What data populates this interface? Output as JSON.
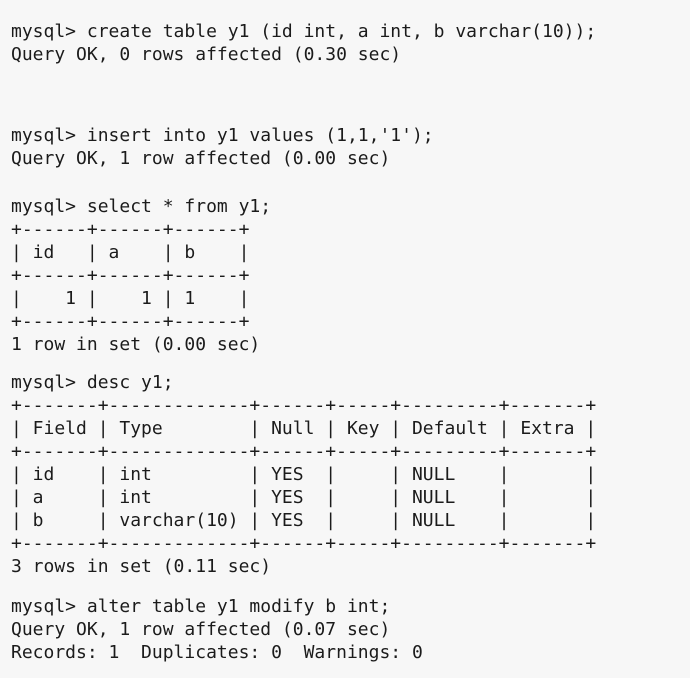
{
  "terminal": {
    "app": "mysql-command-line-client",
    "prompt": "mysql>",
    "bg_color": "#f7f7f7",
    "text_color": "#1b1b1b",
    "blocks": [
      {
        "name": "create-table",
        "lines": [
          "mysql> create table y1 (id int, a int, b varchar(10));",
          "Query OK, 0 rows affected (0.30 sec)"
        ]
      },
      {
        "name": "insert-row",
        "lines": [
          "mysql> insert into y1 values (1,1,'1');",
          "Query OK, 1 row affected (0.00 sec)"
        ]
      },
      {
        "name": "select-query",
        "lines": [
          "mysql> select * from y1;",
          "+------+------+------+",
          "| id   | a    | b    |",
          "+------+------+------+",
          "|    1 |    1 | 1    |",
          "+------+------+------+",
          "1 row in set (0.00 sec)"
        ],
        "result_table": {
          "columns": [
            "id",
            "a",
            "b"
          ],
          "rows": [
            [
              "1",
              "1",
              "1"
            ]
          ],
          "summary": "1 row in set (0.00 sec)"
        }
      },
      {
        "name": "describe-table",
        "lines": [
          "mysql> desc y1;",
          "+-------+-------------+------+-----+---------+-------+",
          "| Field | Type        | Null | Key | Default | Extra |",
          "+-------+-------------+------+-----+---------+-------+",
          "| id    | int         | YES  |     | NULL    |       |",
          "| a     | int         | YES  |     | NULL    |       |",
          "| b     | varchar(10) | YES  |     | NULL    |       |",
          "+-------+-------------+------+-----+---------+-------+",
          "3 rows in set (0.11 sec)"
        ],
        "result_table": {
          "columns": [
            "Field",
            "Type",
            "Null",
            "Key",
            "Default",
            "Extra"
          ],
          "rows": [
            [
              "id",
              "int",
              "YES",
              "",
              "NULL",
              ""
            ],
            [
              "a",
              "int",
              "YES",
              "",
              "NULL",
              ""
            ],
            [
              "b",
              "varchar(10)",
              "YES",
              "",
              "NULL",
              ""
            ]
          ],
          "summary": "3 rows in set (0.11 sec)"
        }
      },
      {
        "name": "alter-table",
        "lines": [
          "mysql> alter table y1 modify b int;",
          "Query OK, 1 row affected (0.07 sec)",
          "Records: 1  Duplicates: 0  Warnings: 0"
        ]
      }
    ]
  }
}
